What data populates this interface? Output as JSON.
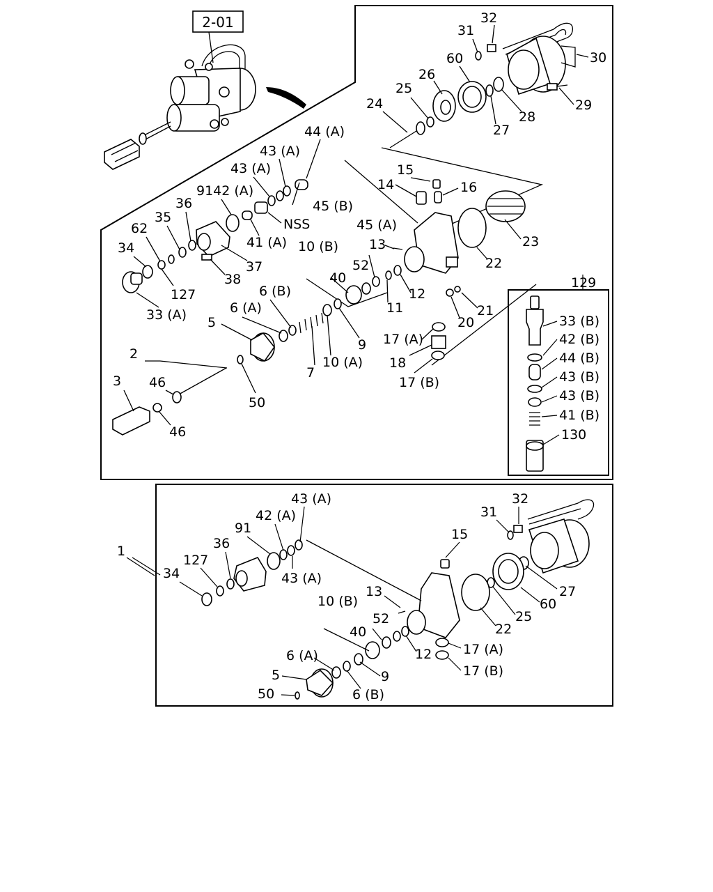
{
  "diagram": {
    "ref_box": "2-01",
    "nss": "NSS",
    "upper_labels": {
      "l32": "32",
      "l31": "31",
      "l30": "30",
      "l29": "29",
      "l28": "28",
      "l27": "27",
      "l26": "26",
      "l60": "60",
      "l25": "25",
      "l24": "24",
      "l44a": "44 (A)",
      "l43a_1": "43 (A)",
      "l43a_2": "43 (A)",
      "l9142a": "9142 (A)",
      "l41a": "41 (A)",
      "l35": "35",
      "l36": "36",
      "l62": "62",
      "l34": "34",
      "l127": "127",
      "l33a": "33 (A)",
      "l37": "37",
      "l38": "38",
      "l15": "15",
      "l14": "14",
      "l16": "16",
      "l45b": "45 (B)",
      "l45a": "45 (A)",
      "l13": "13",
      "l23": "23",
      "l22": "22",
      "l10b": "10 (B)",
      "l52": "52",
      "l40": "40",
      "l11": "11",
      "l12": "12",
      "l21": "21",
      "l20": "20",
      "l6b": "6 (B)",
      "l6a": "6 (A)",
      "l5": "5",
      "l7": "7",
      "l10a": "10 (A)",
      "l9": "9",
      "l17a": "17 (A)",
      "l18": "18",
      "l17b": "17 (B)",
      "l2": "2",
      "l46_1": "46",
      "l3": "3",
      "l46_2": "46",
      "l50": "50"
    },
    "inset_labels": {
      "l129": "129",
      "l33b": "33 (B)",
      "l42b": "42 (B)",
      "l44b": "44 (B)",
      "l43b_1": "43 (B)",
      "l43b_2": "43 (B)",
      "l41b": "41 (B)",
      "l130": "130"
    },
    "lower_labels": {
      "l43a_top": "43 (A)",
      "l32": "32",
      "l42a": "42 (A)",
      "l31": "31",
      "l91": "91",
      "l36": "36",
      "l127": "127",
      "l1": "1",
      "l34": "34",
      "l43a_bot": "43 (A)",
      "l15": "15",
      "l27": "27",
      "l60": "60",
      "l13": "13",
      "l10b": "10 (B)",
      "l52": "52",
      "l25": "25",
      "l22": "22",
      "l40": "40",
      "l12": "12",
      "l17a": "17 (A)",
      "l6a": "6 (A)",
      "l17b": "17 (B)",
      "l5": "5",
      "l9": "9",
      "l50": "50",
      "l6b": "6 (B)"
    }
  }
}
